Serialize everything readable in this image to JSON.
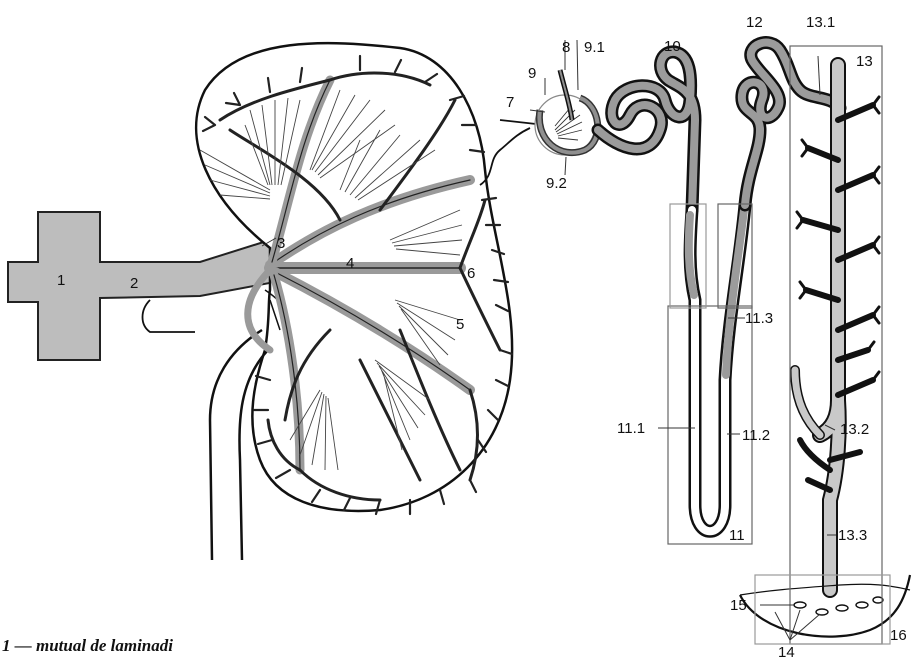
{
  "diagram": {
    "caption": "1 — mutual de laminadi",
    "labels": {
      "l1": "1",
      "l2": "2",
      "l3": "3",
      "l4": "4",
      "l5": "5",
      "l6": "6",
      "l7": "7",
      "l8": "8",
      "l9": "9",
      "l9_1": "9.1",
      "l9_2": "9.2",
      "l10": "10",
      "l11": "11",
      "l11_1": "11.1",
      "l11_2": "11.2",
      "l11_3": "11.3",
      "l12": "12",
      "l13": "13",
      "l13_1": "13.1",
      "l13_2": "13.2",
      "l13_3": "13.3",
      "l14": "14",
      "l15": "15",
      "l16": "16"
    }
  }
}
